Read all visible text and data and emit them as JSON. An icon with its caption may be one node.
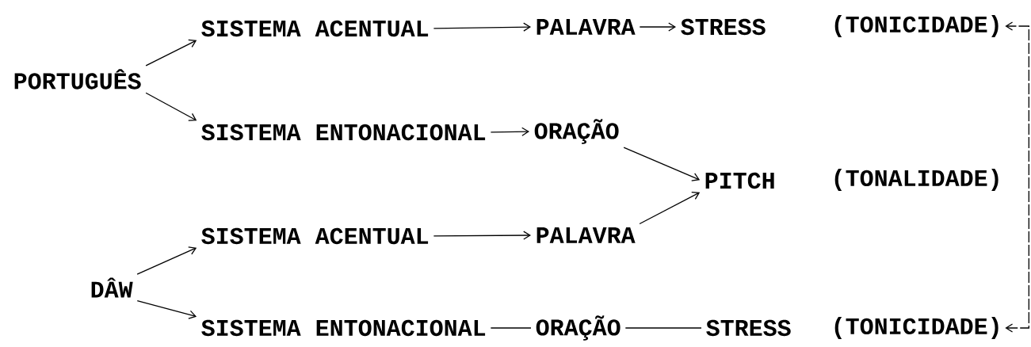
{
  "diagram": {
    "nodes": [
      {
        "text": [
          "PORTUGUÊS"
        ]
      },
      {
        "text": [
          "SISTEMA ACENTUAL"
        ]
      },
      {
        "text": [
          "PALAVRA"
        ]
      },
      {
        "text": [
          "STRESS"
        ]
      },
      {
        "text": [
          "(TONICIDADE)"
        ]
      },
      {
        "text": [
          "SISTEMA ENTONACIONAL"
        ]
      },
      {
        "text": [
          "ORAÇÃO"
        ]
      },
      {
        "text": [
          "PITCH"
        ]
      },
      {
        "text": [
          "(TONALIDADE)"
        ]
      },
      {
        "text": [
          "DÂW"
        ]
      },
      {
        "text": [
          "SISTEMA ACENTUAL"
        ]
      },
      {
        "text": [
          "PALAVRA"
        ]
      },
      {
        "text": [
          "SISTEMA ENTONACIONAL"
        ]
      },
      {
        "text": [
          "ORAÇÃO"
        ]
      },
      {
        "text": [
          "STRESS"
        ]
      },
      {
        "text": [
          "(TONICIDADE)"
        ]
      }
    ],
    "edges": [
      {
        "from": 0,
        "to": 1,
        "arrow": "to"
      },
      {
        "from": 0,
        "to": 5,
        "arrow": "to"
      },
      {
        "from": 1,
        "to": 2,
        "arrow": "to"
      },
      {
        "from": 2,
        "to": 3,
        "arrow": "to"
      },
      {
        "from": 5,
        "to": 6,
        "arrow": "to"
      },
      {
        "from": 6,
        "to": 7,
        "arrow": "to"
      },
      {
        "from": 11,
        "to": 7,
        "arrow": "to"
      },
      {
        "from": 9,
        "to": 10,
        "arrow": "to"
      },
      {
        "from": 9,
        "to": 12,
        "arrow": "to"
      },
      {
        "from": 10,
        "to": 11,
        "arrow": "to"
      },
      {
        "from": 12,
        "to": 13,
        "arrow": "none"
      },
      {
        "from": 13,
        "to": 14,
        "arrow": "none"
      },
      {
        "from": 15,
        "to": 4,
        "arrow": "both",
        "style": "dashed"
      }
    ]
  }
}
